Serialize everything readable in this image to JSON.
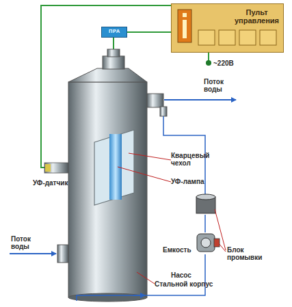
{
  "diagram": {
    "nodes": [
      {
        "text": [
          "Пульт управления"
        ]
      },
      {
        "text": [
          "ПРА"
        ]
      }
    ],
    "edges": [
      {
        "from": 0,
        "to": 1,
        "arrow": "none"
      }
    ],
    "labels": [
      "~220В",
      "Поток воды",
      "Кварцевый чехол",
      "УФ-лампа",
      "УФ-датчик",
      "Емкость",
      "Блок промывки",
      "Насос",
      "Поток воды",
      "Стальной корпус"
    ]
  }
}
